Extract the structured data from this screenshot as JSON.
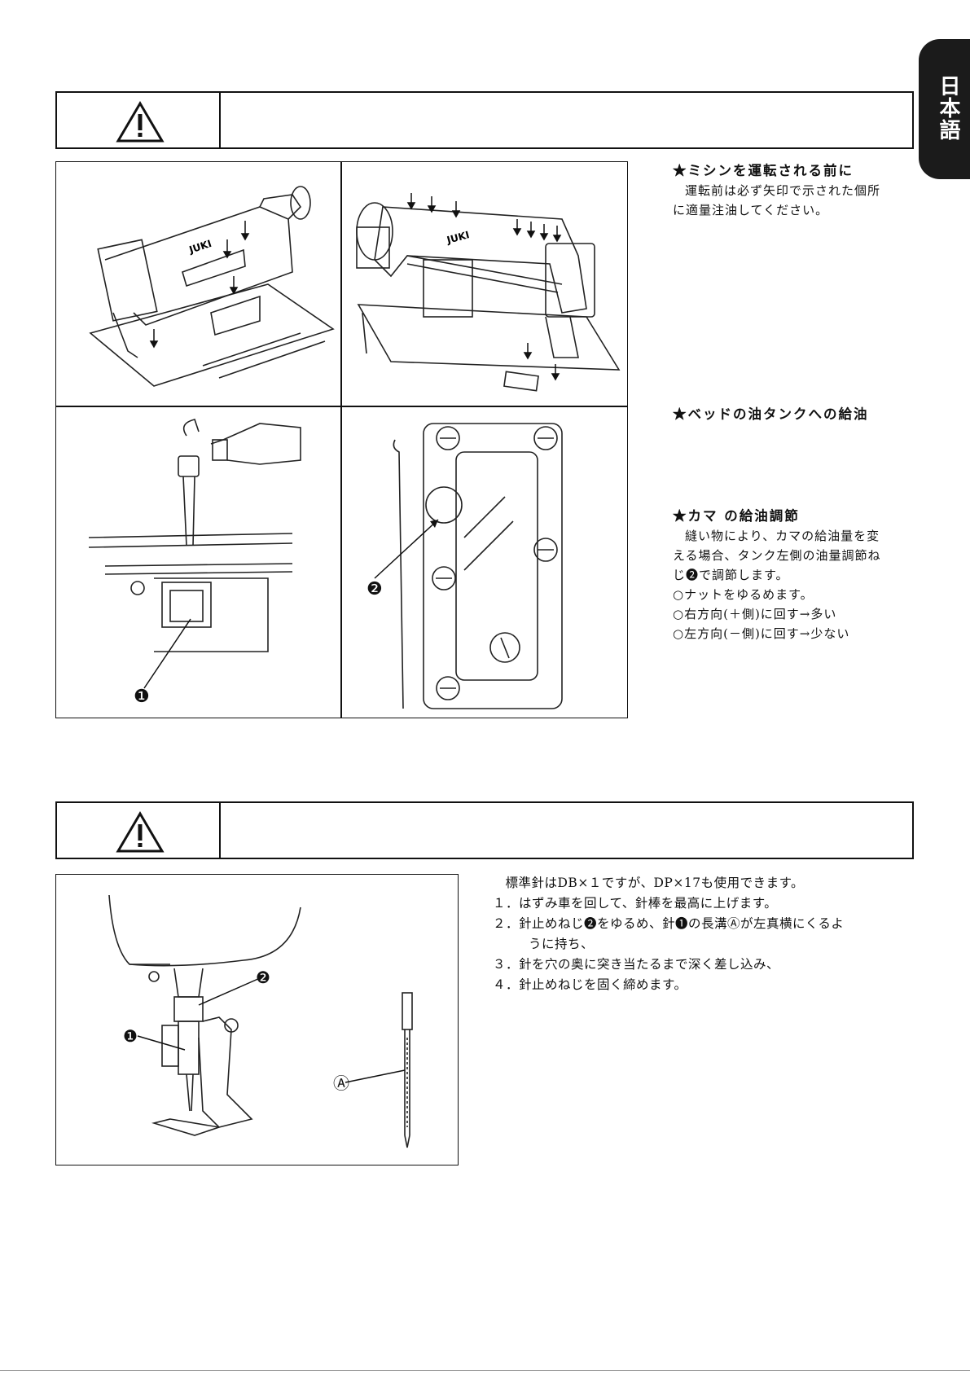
{
  "language_tab": "日本語",
  "section_oil": {
    "heading1": "★ミシンを運転される前に",
    "para1": [
      "運転前は必ず矢印で示された個所",
      "に適量注油してください。"
    ],
    "heading2": "★ベッドの油タンクへの給油",
    "heading3": "★カマ の給油調節",
    "para3": [
      "縫い物により、カマの給油量を変",
      "える場合、タンク左側の油量調節ね",
      "じ❷で調節します。"
    ],
    "bullets": [
      "○ナットをゆるめます。",
      "○右方向(＋側)に回す→多い",
      "○左方向(－側)に回す→少ない"
    ]
  },
  "section_needle": {
    "lines": [
      "標準針はDB×１ですが、DP×17も使用できます。",
      "１．はずみ車を回して、針棒を最高に上げます。",
      "２．針止めねじ❷をゆるめ、針❶の長溝Ⓐが左真横にくるよ",
      "うに持ち、",
      "３．針を穴の奥に突き当たるまで深く差し込み、",
      "４．針止めねじを固く締めます。"
    ]
  },
  "figure_labels": {
    "one": "❶",
    "two": "❷",
    "a": "Ⓐ",
    "brand": "JUKI"
  }
}
